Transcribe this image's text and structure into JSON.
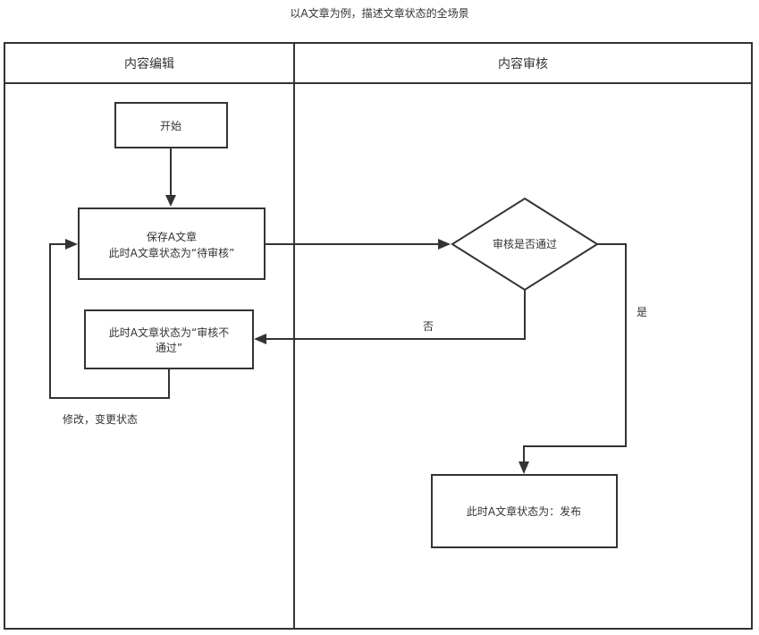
{
  "title": "以A文章为例，描述文章状态的全场景",
  "lanes": [
    {
      "label": "内容编辑"
    },
    {
      "label": "内容审核"
    }
  ],
  "nodes": {
    "start": "开始",
    "save": [
      "保存A文章",
      "此时A文章状态为“待审核”"
    ],
    "review": "审核是否通过",
    "rejected": [
      "此时A文章状态为“审核不",
      "通过”"
    ],
    "published": "此时A文章状态为：发布"
  },
  "edges": {
    "no": "否",
    "yes": "是",
    "modify": "修改，变更状态"
  }
}
